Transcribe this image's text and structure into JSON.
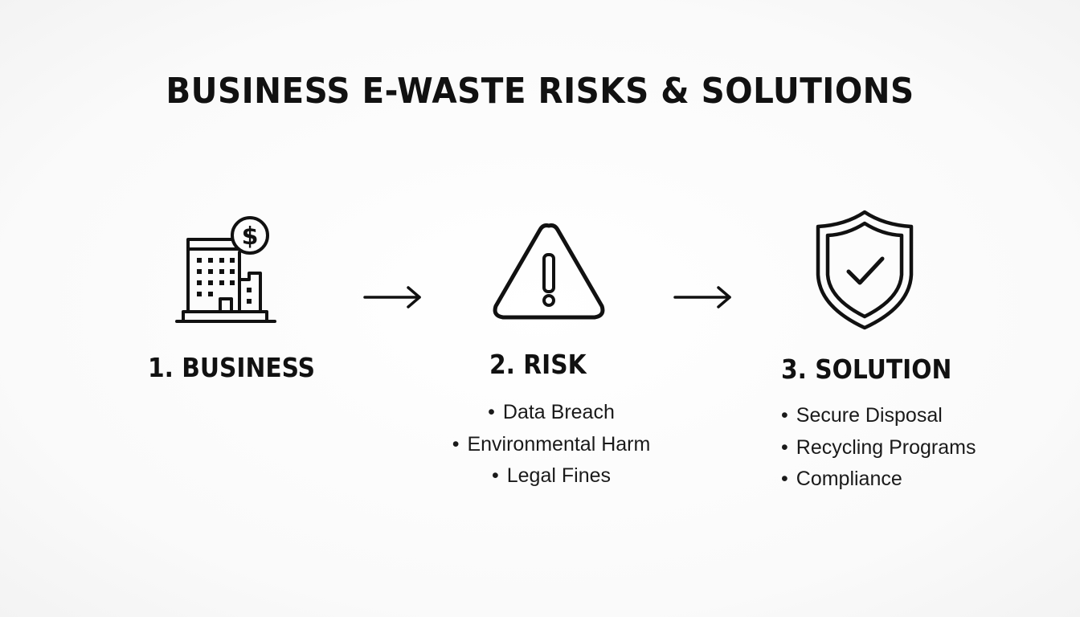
{
  "title": "BUSINESS E-WASTE RISKS & SOLUTIONS",
  "steps": [
    {
      "label": "1. BUSINESS",
      "icon": "building-dollar-icon",
      "items": []
    },
    {
      "label": "2. RISK",
      "icon": "warning-triangle-icon",
      "items": [
        "Data Breach",
        "Environmental Harm",
        "Legal Fines"
      ]
    },
    {
      "label": "3. SOLUTION",
      "icon": "shield-check-icon",
      "items": [
        "Secure Disposal",
        "Recycling Programs",
        "Compliance"
      ]
    }
  ],
  "connectors": [
    "arrow-right-icon",
    "arrow-right-icon"
  ],
  "colors": {
    "ink": "#111111",
    "background": "#fdfdfd"
  }
}
